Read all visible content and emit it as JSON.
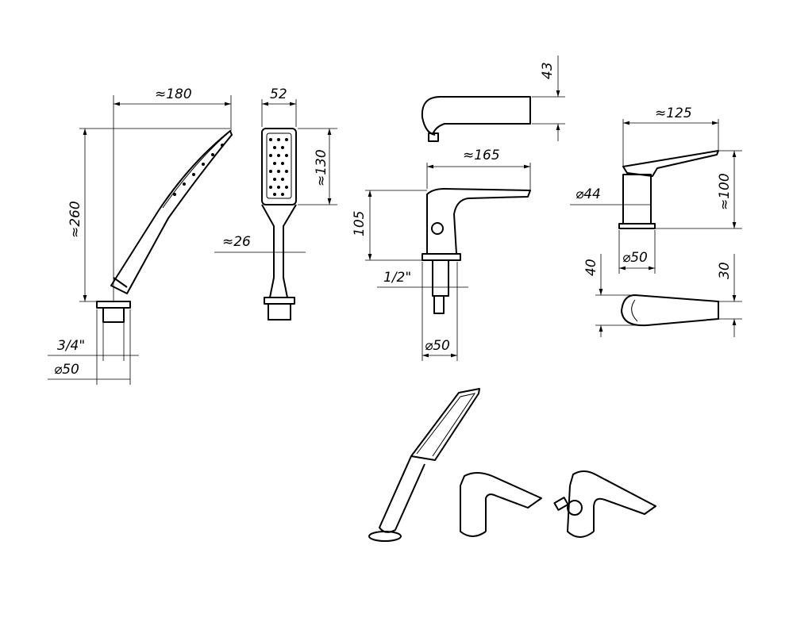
{
  "drawing": {
    "hand_shower": {
      "width": "≈180",
      "height": "≈260",
      "thread": "3/4\"",
      "base_diameter": "⌀50"
    },
    "shower_head_front": {
      "width": "52",
      "head_height": "≈130",
      "handle_width": "≈26"
    },
    "spout": {
      "height": "43"
    },
    "mixer_side": {
      "reach": "≈165",
      "height": "105",
      "thread": "1/2\"",
      "base_diameter": "⌀50"
    },
    "mixer_right": {
      "reach": "≈125",
      "body_diameter": "⌀44",
      "height": "≈100",
      "base_diameter": "⌀50"
    },
    "lever_top": {
      "left_height": "40",
      "right_height": "30"
    }
  }
}
